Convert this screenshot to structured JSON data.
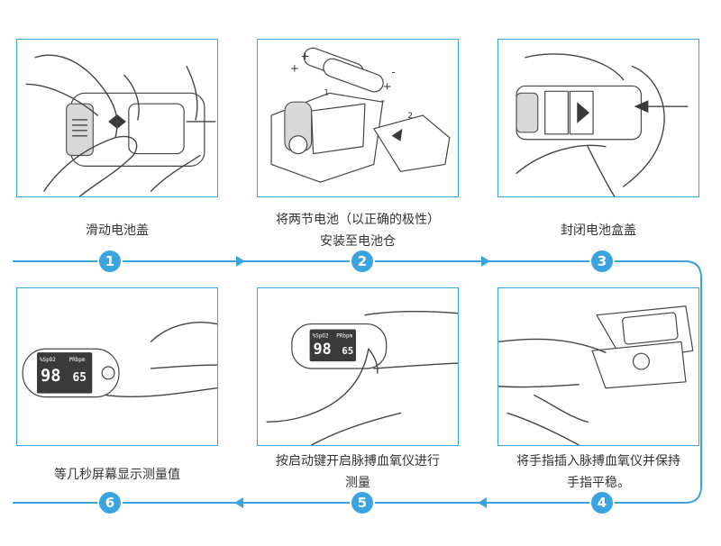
{
  "steps": [
    {
      "num": "1",
      "line1": "滑动电池盖",
      "line2": ""
    },
    {
      "num": "2",
      "line1": "将两节电池（以正确的极性）",
      "line2": "安装至电池仓"
    },
    {
      "num": "3",
      "line1": "封闭电池盒盖",
      "line2": ""
    },
    {
      "num": "4",
      "line1": "将手指插入脉搏血氧仪并保持",
      "line2": "手指平稳。"
    },
    {
      "num": "5",
      "line1": "按启动键开启脉搏血氧仪进行",
      "line2": "测量"
    },
    {
      "num": "6",
      "line1": "等几秒屏幕显示测量值",
      "line2": ""
    }
  ],
  "device_screen": {
    "spo2_label": "%SpO2",
    "pr_label": "PRbpm",
    "spo2_value": "98",
    "pr_value": "65"
  },
  "battery_marks": {
    "plus": "+",
    "minus": "-",
    "callout_1": "1",
    "callout_2": "2"
  },
  "colors": {
    "accent": "#3aa4e0"
  },
  "icons": [
    "hand-sliding-cover",
    "batteries-insert",
    "hand-closing-cover",
    "finger-in-device",
    "finger-press-button",
    "device-display"
  ]
}
